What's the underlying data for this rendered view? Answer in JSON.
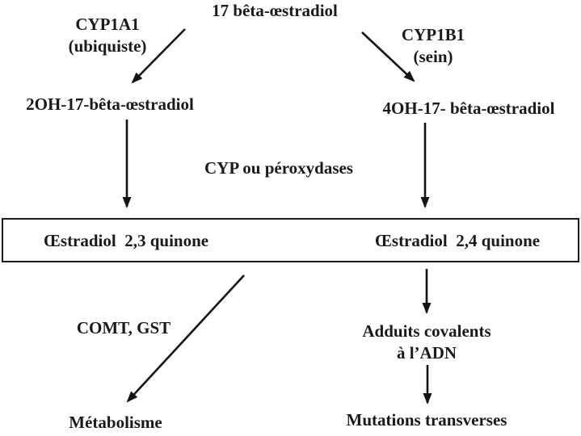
{
  "diagram": {
    "background_color": "#ffffff",
    "text_color": "#1a1a1a",
    "arrow_color": "#141414",
    "box_border_color": "#1a1a1a",
    "nodes": {
      "title": "17 bêta-œstradiol",
      "enzyme_left_name": "CYP1A1",
      "enzyme_left_note": "(ubiquiste)",
      "enzyme_right_name": "CYP1B1",
      "enzyme_right_note": "(sein)",
      "metabolite_left": "2OH-17-bêta-œstradiol",
      "metabolite_right": "4OH-17- bêta-œstradiol",
      "middle_enzymes": "CYP ou péroxydases",
      "quinone_left": "Œstradiol  2,3 quinone",
      "quinone_right": "Œstradiol  2,4 quinone",
      "comt": "COMT, GST",
      "metabolism": "Métabolisme",
      "adducts_line1": "Adduits covalents",
      "adducts_line2": "à l’ADN",
      "mutations": "Mutations transverses"
    },
    "arrows": [
      {
        "from": "17 bêta-œstradiol",
        "to": "2OH-17-bêta-œstradiol",
        "via": "CYP1A1 (ubiquiste)"
      },
      {
        "from": "17 bêta-œstradiol",
        "to": "4OH-17- bêta-œstradiol",
        "via": "CYP1B1 (sein)"
      },
      {
        "from": "2OH-17-bêta-œstradiol",
        "to": "Œstradiol 2,3 quinone",
        "via": "CYP ou péroxydases"
      },
      {
        "from": "4OH-17- bêta-œstradiol",
        "to": "Œstradiol 2,4 quinone",
        "via": "CYP ou péroxydases"
      },
      {
        "from": "Œstradiol 2,3 quinone",
        "to": "Métabolisme",
        "via": "COMT, GST"
      },
      {
        "from": "Œstradiol 2,4 quinone",
        "to": "Adduits covalents à l’ADN",
        "via": ""
      },
      {
        "from": "Adduits covalents à l’ADN",
        "to": "Mutations transverses",
        "via": ""
      }
    ]
  }
}
